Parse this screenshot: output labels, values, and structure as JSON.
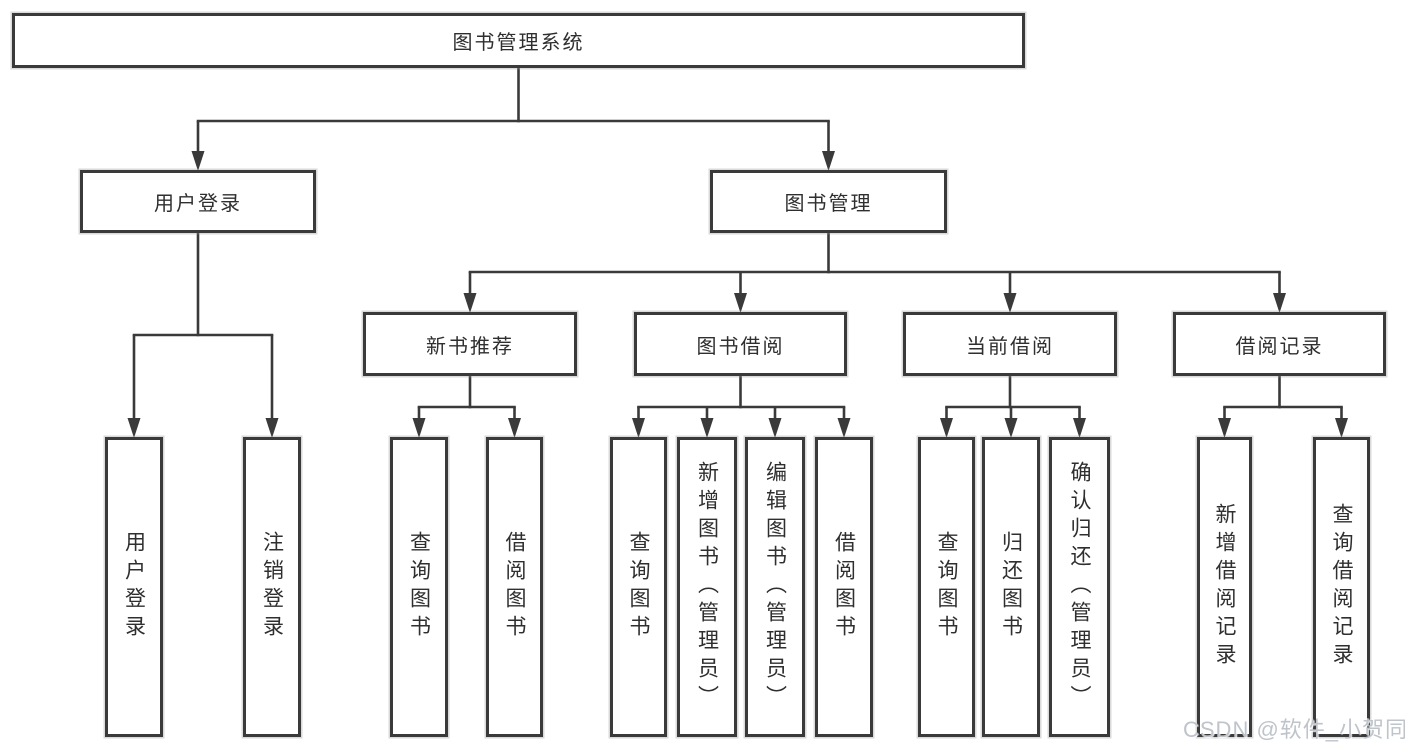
{
  "diagram": {
    "tree": {
      "id": "root",
      "label": "图书管理系统",
      "children": [
        {
          "id": "user-login",
          "label": "用户登录",
          "children": [
            {
              "id": "leaf-user-login",
              "label": "用户登录"
            },
            {
              "id": "leaf-logout",
              "label": "注销登录"
            }
          ]
        },
        {
          "id": "book-mgmt",
          "label": "图书管理",
          "children": [
            {
              "id": "new-book-recommend",
              "label": "新书推荐",
              "children": [
                {
                  "id": "nb-query-books",
                  "label": "查询图书"
                },
                {
                  "id": "nb-borrow-books",
                  "label": "借阅图书"
                }
              ]
            },
            {
              "id": "book-borrow",
              "label": "图书借阅",
              "children": [
                {
                  "id": "bb-query-books",
                  "label": "查询图书"
                },
                {
                  "id": "bb-add-books",
                  "label": "新增图书（管理员）"
                },
                {
                  "id": "bb-edit-books",
                  "label": "编辑图书（管理员）"
                },
                {
                  "id": "bb-borrow-books",
                  "label": "借阅图书"
                }
              ]
            },
            {
              "id": "current-borrow",
              "label": "当前借阅",
              "children": [
                {
                  "id": "cb-query-books",
                  "label": "查询图书"
                },
                {
                  "id": "cb-return-books",
                  "label": "归还图书"
                },
                {
                  "id": "cb-confirm-return",
                  "label": "确认归还（管理员）"
                }
              ]
            },
            {
              "id": "borrow-records",
              "label": "借阅记录",
              "children": [
                {
                  "id": "br-add-record",
                  "label": "新增借阅记录"
                },
                {
                  "id": "br-query-record",
                  "label": "查询借阅记录"
                }
              ]
            }
          ]
        }
      ]
    }
  },
  "watermark": {
    "text": "CSDN @软件_小贺同学"
  },
  "colors": {
    "background": "#ffffff",
    "box_fill": "#ffffff",
    "box_border": "#3a3a3a",
    "line": "#3a3a3a",
    "text": "#2f2f2f",
    "watermark": "#bfc4cb"
  }
}
